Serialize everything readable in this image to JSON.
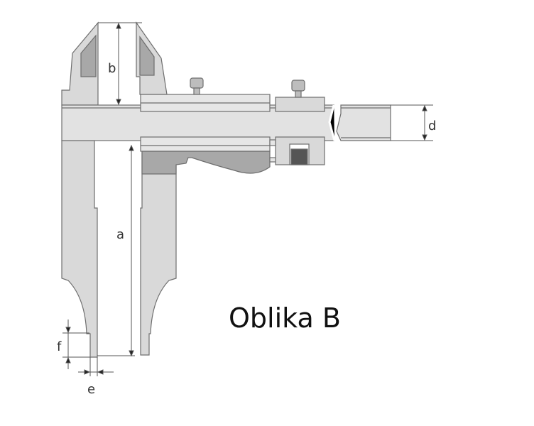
{
  "title": "Oblika B",
  "dimensions": {
    "a": "a",
    "b": "b",
    "d": "d",
    "e": "e",
    "f": "f"
  },
  "colors": {
    "body": "#d9d9d9",
    "dark": "#a8a8a8",
    "light": "#ececec",
    "outline": "#6e6e6e"
  }
}
